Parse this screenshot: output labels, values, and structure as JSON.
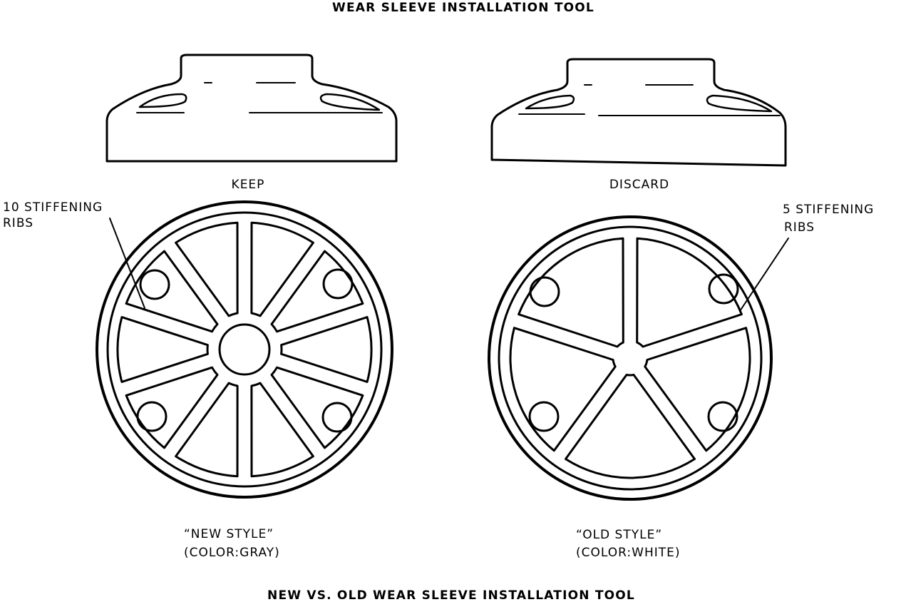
{
  "diagram": {
    "top_title": "WEAR SLEEVE INSTALLATION TOOL",
    "bottom_title": "NEW  VS. OLD WEAR SLEEVE INSTALLATION TOOL",
    "left": {
      "status": "KEEP",
      "callout_line1": "10 STIFFENING",
      "callout_line2": "RIBS",
      "style_name": "“NEW STYLE”",
      "style_color": "(COLOR:GRAY)",
      "rib_count": 10
    },
    "right": {
      "status": "DISCARD",
      "callout_line1": "5 STIFFENING",
      "callout_line2": "RIBS",
      "style_name": "“OLD STYLE”",
      "style_color": "(COLOR:WHITE)",
      "rib_count": 5
    }
  }
}
